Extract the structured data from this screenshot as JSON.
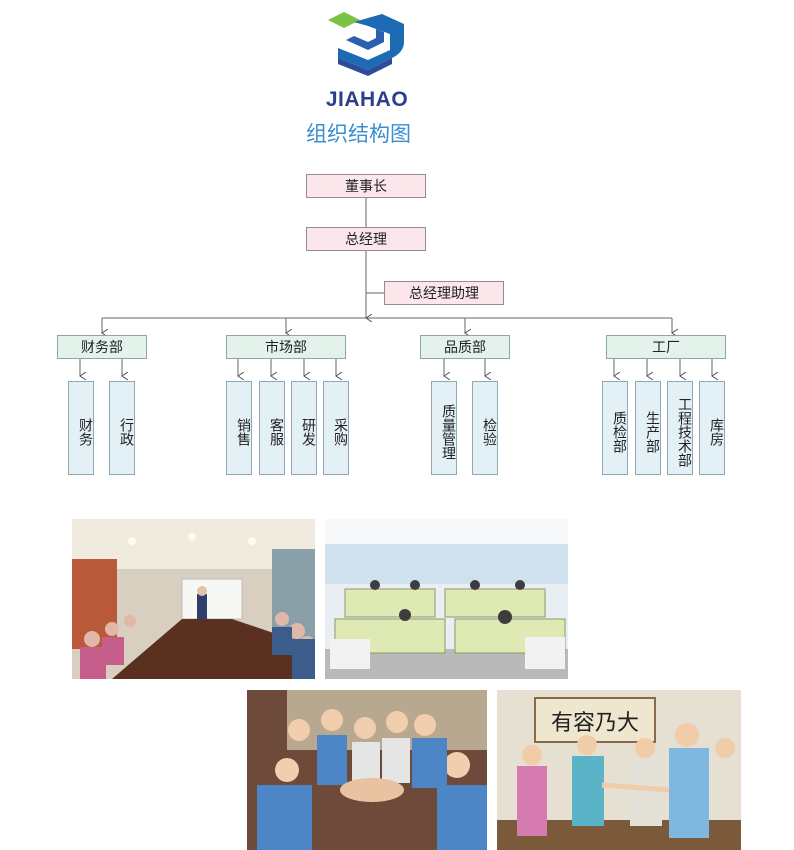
{
  "brand": {
    "name": "JIAHAO",
    "title": "组织结构图",
    "colors": {
      "green": "#7cc242",
      "blue": "#1d6ab5",
      "navy": "#2b3f8c"
    }
  },
  "org": {
    "chairman": "董事长",
    "general_manager": "总经理",
    "assistant": "总经理助理",
    "departments": [
      {
        "name": "财务部",
        "children": [
          "财务",
          "行政"
        ]
      },
      {
        "name": "市场部",
        "children": [
          "销售",
          "客服",
          "研发",
          "采购"
        ]
      },
      {
        "name": "品质部",
        "children": [
          "质量管理",
          "检验"
        ]
      },
      {
        "name": "工厂",
        "children": [
          "质检部",
          "生产部",
          "工程技术部",
          "库房"
        ]
      }
    ]
  },
  "photos": [
    {
      "scene": "meeting-room"
    },
    {
      "scene": "office-cubicles"
    },
    {
      "scene": "team-hands-together"
    },
    {
      "scene": "handshake-calligraphy"
    }
  ],
  "calligraphy": "有容乃大"
}
